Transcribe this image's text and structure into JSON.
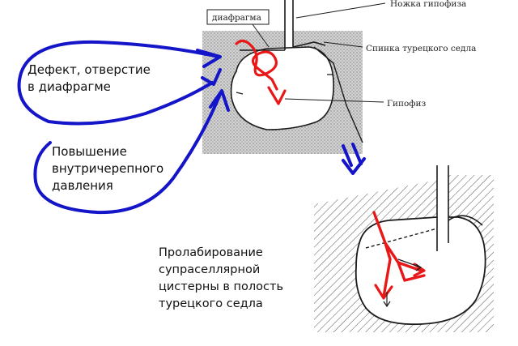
{
  "labels": {
    "diaphragm": "диафрагма",
    "stalk": "Ножка гипофиза",
    "dorsum": "Спинка турецкого седла",
    "hypophysis": "Гипофиз",
    "defect_line1": "Дефект, отверстие",
    "defect_line2": "в диафрагме",
    "icp_line1": "Повышение",
    "icp_line2": "внутричерепного",
    "icp_line3": "давления",
    "prolapse_line1": "Пролабирование",
    "prolapse_line2": "супраселлярной",
    "prolapse_line3": "цистерны в полость",
    "prolapse_line4": "турецкого седла"
  },
  "colors": {
    "blue_arrow": "#1414c8",
    "red_arrow": "#e81818",
    "bone_fill": "#c9c9c9",
    "line": "#1a1a1a"
  }
}
